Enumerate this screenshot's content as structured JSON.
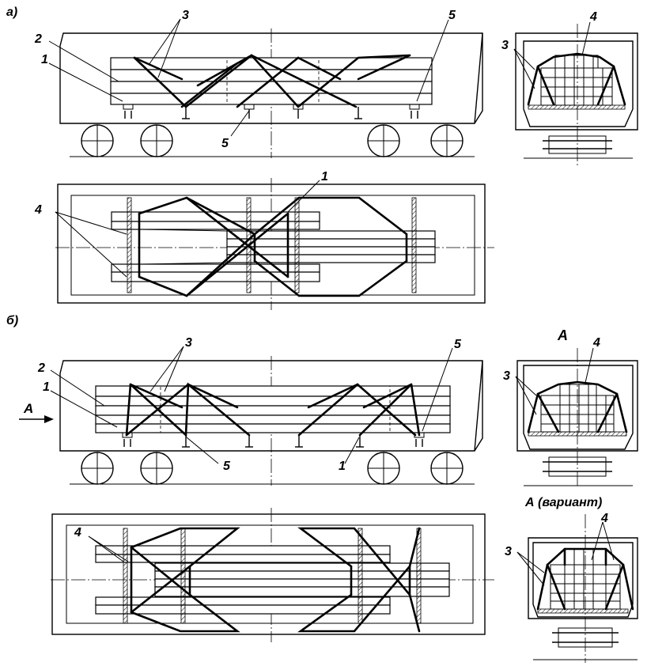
{
  "labels": {
    "section_a": "а)",
    "section_b": "б)",
    "view_a": "А",
    "view_a_variant": "А (вариант)",
    "arrow_a": "А",
    "n1": "1",
    "n2": "2",
    "n3": "3",
    "n4": "4",
    "n5": "5"
  },
  "colors": {
    "line": "#000000",
    "background": "#ffffff"
  }
}
